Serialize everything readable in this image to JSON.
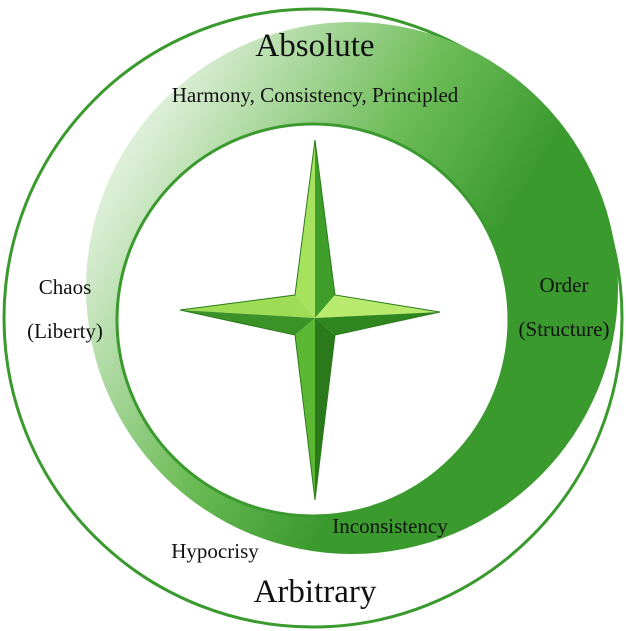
{
  "diagram": {
    "top_title": "Absolute",
    "top_subtitle": "Harmony, Consistency, Principled",
    "left_label_line1": "Chaos",
    "left_label_line2": "(Liberty)",
    "right_label_line1": "Order",
    "right_label_line2": "(Structure)",
    "bottom_inner_label": "Inconsistency",
    "bottom_outer_label": "Hypocrisy",
    "bottom_title": "Arbitrary"
  },
  "colors": {
    "ring_green": "#3a9a2e",
    "ring_fade": "#e8f3e4",
    "star_light": "#a6e25e",
    "star_mid": "#5cb832",
    "star_dark": "#2a7a1c",
    "outline": "#2f8a24"
  },
  "icons": {
    "center": "four-point-star-icon"
  }
}
